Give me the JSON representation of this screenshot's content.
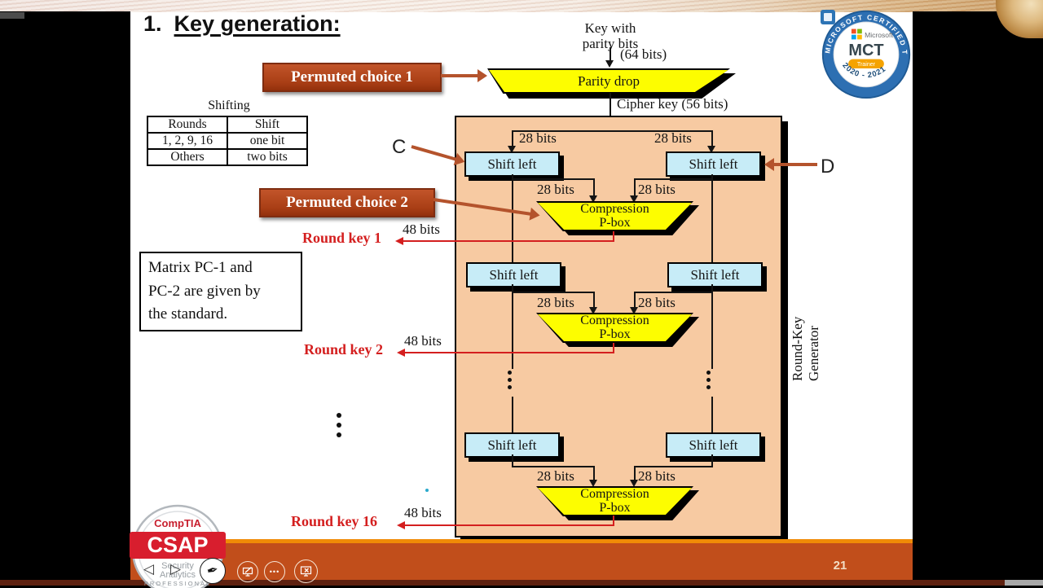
{
  "slide": {
    "title_number": "1.",
    "title": "Key generation:",
    "page_number": "21"
  },
  "diagram": {
    "key_input_line1": "Key with",
    "key_input_line2": "parity bits",
    "key_bits": "(64 bits)",
    "parity_drop": "Parity drop",
    "cipher_key": "Cipher key (56 bits)",
    "label_c": "C",
    "label_d": "D",
    "permuted_choice_1": "Permuted choice 1",
    "permuted_choice_2": "Permuted choice 2",
    "shift_left": "Shift left",
    "bits_28": "28 bits",
    "bits_48": "48 bits",
    "compression_line1": "Compression",
    "compression_line2": "P-box",
    "round_key_1": "Round key 1",
    "round_key_2": "Round key 2",
    "round_key_16": "Round key 16",
    "generator_label": "Round-Key Generator"
  },
  "shifting_table": {
    "title": "Shifting",
    "col1_header": "Rounds",
    "col2_header": "Shift",
    "row1_col1": "1, 2, 9, 16",
    "row1_col2": "one bit",
    "row2_col1": "Others",
    "row2_col2": "two bits"
  },
  "note_box": {
    "line1": "Matrix PC-1 and",
    "line2": "PC-2 are given by",
    "line3": "the standard."
  },
  "mct_badge": {
    "ring_text": "MICROSOFT  CERTIFIED  TRAINER",
    "brand": "Microsoft",
    "acronym": "MCT",
    "band_label": "Trainer",
    "years": "2020 - 2021"
  },
  "csap_logo": {
    "brand": "CompTIA",
    "acronym": "CSAP",
    "subtitle_line1": "Security",
    "subtitle_line2": "Analytics",
    "subtitle_line3": "PROFESSIONAL"
  },
  "toolbar": {
    "prev": "◁",
    "next": "▷",
    "more": "•••"
  },
  "colors": {
    "accent_orange_bar": "#c14e1b",
    "accent_orange_line": "#f08b07",
    "diagram_panel": "#f7caa2",
    "box_yellow": "#fdfd00",
    "box_blue": "#c7ecf7",
    "label_brown": "#b0441c",
    "red_text": "#d41f1f",
    "badge_blue": "#2d6fb2",
    "csap_red": "#d81e2e"
  }
}
